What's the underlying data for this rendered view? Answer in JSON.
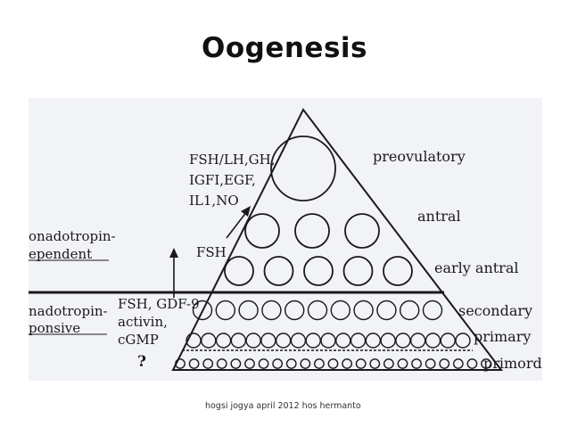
{
  "title": "Oogenesis",
  "footer": "hogsi jogya april 2012 hos hermanto",
  "stage_labels": {
    "preovulatory": "preovulatory",
    "antral": "antral",
    "early_antral": "early antral",
    "secondary": "secondary",
    "primary": "primary",
    "primordial": "primord"
  },
  "factors": {
    "line1": "FSH/LH,GH,",
    "line2": "IGFI,EGF,",
    "line3": "IL1,NO",
    "fsh": "FSH",
    "fsh_gdf": "FSH, GDF-9",
    "activin": "activin,",
    "cgmp": "cGMP",
    "unknown": "?"
  },
  "left_labels": {
    "dep_1": "onadotropin-",
    "dep_2": "ependent",
    "resp_1": "nadotropin-",
    "resp_2": "ponsive"
  },
  "follicle_rows": [
    {
      "stage": "preovulatory",
      "count": 1
    },
    {
      "stage": "antral",
      "count": 3
    },
    {
      "stage": "early antral",
      "count": 5
    },
    {
      "stage": "secondary",
      "count": 11
    },
    {
      "stage": "primary",
      "count": 19
    },
    {
      "stage": "primordial",
      "count": 23
    }
  ]
}
